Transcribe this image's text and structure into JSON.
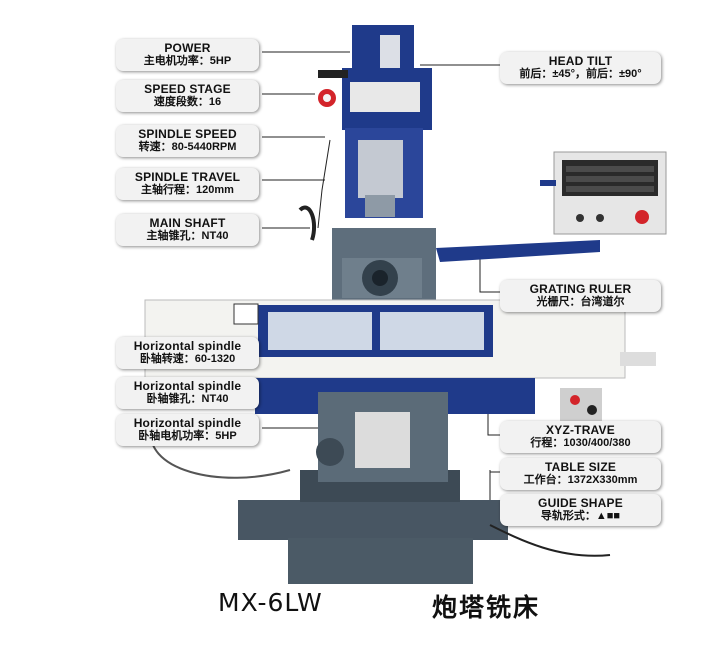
{
  "callouts_left": [
    {
      "en": "POWER",
      "cn": "主电机功率：5HP"
    },
    {
      "en": "SPEED STAGE",
      "cn": "速度段数：16"
    },
    {
      "en": "SPINDLE SPEED",
      "cn": "转速：80-5440RPM"
    },
    {
      "en": "SPINDLE TRAVEL",
      "cn": "主轴行程：120mm"
    },
    {
      "en": "MAIN SHAFT",
      "cn": "主轴锥孔：NT40"
    },
    {
      "en": "Horizontal spindle",
      "cn": "卧轴转速：60-1320"
    },
    {
      "en": "Horizontal spindle",
      "cn": "卧轴锥孔：NT40"
    },
    {
      "en": "Horizontal spindle",
      "cn": "卧轴电机功率：5HP"
    }
  ],
  "callouts_right": [
    {
      "en": "HEAD TILT",
      "cn": "前后：±45°，前后：±90°"
    },
    {
      "en": "GRATING RULER",
      "cn": "光栅尺：台湾道尔"
    },
    {
      "en": "XYZ-TRAVE",
      "cn": "行程：1030/400/380"
    },
    {
      "en": "TABLE SIZE",
      "cn": "工作台：1372X330mm"
    },
    {
      "en": "GUIDE SHAPE",
      "cn": "导轨形式：▲■■"
    }
  ],
  "footer": {
    "model": "MX-6LW",
    "name_cn": "炮塔铣床"
  },
  "colors": {
    "machine_blue": "#1f3a8a",
    "machine_grey": "#5b6b78",
    "panel_grey": "#e6e6e6",
    "base_grey": "#4b5a66",
    "table_white": "#f3f3f0"
  }
}
